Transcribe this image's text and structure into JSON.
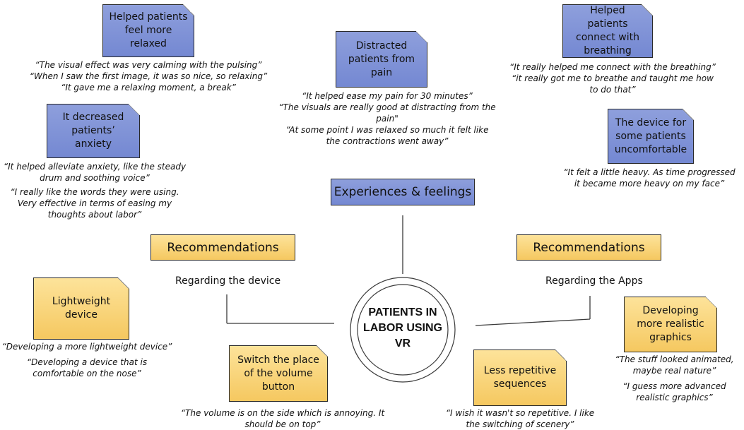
{
  "center": {
    "label_lines": [
      "PATIENTS IN",
      "LABOR USING",
      "VR"
    ]
  },
  "headers": {
    "experiences": "Experiences & feelings",
    "recommendations_left": "Recommendations",
    "recommendations_right": "Recommendations"
  },
  "subheaders": {
    "device": "Regarding the device",
    "apps": "Regarding the Apps"
  },
  "notes": {
    "relaxed": "Helped patients feel more relaxed",
    "distracted": "Distracted patients from pain",
    "breathing": "Helped patients connect with breathing",
    "anxiety": "It decreased patients’ anxiety",
    "uncomfortable": "The device for some patients uncomfortable",
    "lightweight": "Lightweight device",
    "volume": "Switch the place of the volume button",
    "repetitive": "Less repetitive sequences",
    "realistic": "Developing more realistic graphics"
  },
  "quotes": {
    "relaxed": [
      "“The visual effect was very calming with the pulsing”",
      "“When I saw the first image, it was so nice, so relaxing”",
      "“It gave me a relaxing moment, a break”"
    ],
    "distracted": [
      "“It helped ease my pain for 30 minutes”",
      "“The visuals are really good at distracting from the pain\"",
      "“At some point I was relaxed so much it felt like the contractions went away”"
    ],
    "breathing": [
      "“It really helped me connect with the breathing”",
      "“it really got me to breathe and taught me how to do that”"
    ],
    "anxiety": [
      "“It helped alleviate anxiety, like the steady drum and soothing voice”",
      "“I really like the words they were using. Very effective in terms of easing my thoughts about labor”"
    ],
    "uncomfortable": [
      "“It felt a little heavy. As time progressed it became more heavy on my face”"
    ],
    "lightweight": [
      "“Developing a more lightweight device”",
      "“Developing a device that is comfortable on the nose”"
    ],
    "volume": [
      "“The volume is on the side which is annoying. It should be on top”"
    ],
    "repetitive": [
      "“I wish it wasn't so repetitive. I like the switching of scenery”"
    ],
    "realistic": [
      "“The stuff looked animated, maybe real nature”",
      "“I guess more advanced realistic graphics”"
    ]
  },
  "colors": {
    "blue_note": "#7f92d6",
    "yellow_note": "#f8d272",
    "line": "#3a3a3a"
  }
}
